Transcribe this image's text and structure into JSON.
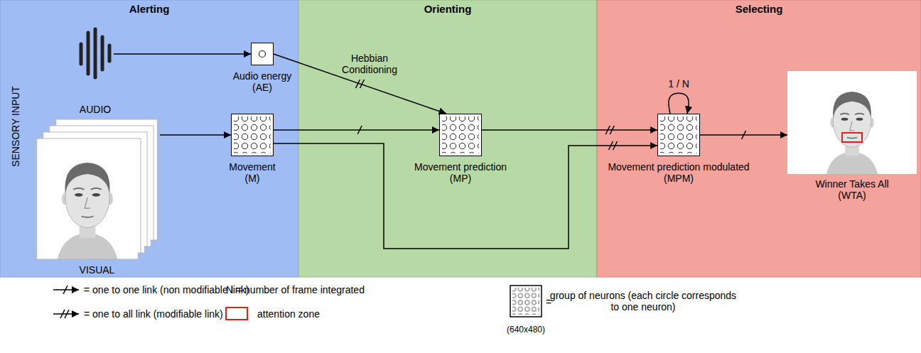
{
  "diagram": {
    "nodes": [
      {
        "text": [
          "Alerting"
        ]
      },
      {
        "text": [
          "Orienting"
        ]
      },
      {
        "text": [
          "Selecting"
        ]
      },
      {
        "text": [
          "AUDIO"
        ],
        "in": 0
      },
      {
        "text": [
          "Audio energy (AE)"
        ],
        "in": 0
      },
      {
        "text": [
          "VISUAL"
        ],
        "in": 0
      },
      {
        "text": [
          "Movement (M)"
        ],
        "in": 0
      },
      {
        "text": [
          "Movement prediction (MP)"
        ],
        "in": 1
      },
      {
        "text": [
          "Movement prediction modulated (MPM)"
        ],
        "in": 2
      },
      {
        "text": [
          "Winner Takes All (WTA)"
        ],
        "in": 2
      }
    ],
    "edges": [
      {
        "from": 3,
        "to": 4,
        "arrow": "to"
      },
      {
        "from": 4,
        "to": 7,
        "arrow": "to",
        "label": "Hebbian Conditioning"
      },
      {
        "from": 5,
        "to": 6,
        "arrow": "to"
      },
      {
        "from": 6,
        "to": 7,
        "arrow": "to"
      },
      {
        "from": 6,
        "to": 8,
        "arrow": "to"
      },
      {
        "from": 7,
        "to": 8,
        "arrow": "to"
      },
      {
        "from": 8,
        "to": 8,
        "arrow": "to",
        "label": "1 / N"
      },
      {
        "from": 8,
        "to": 9,
        "arrow": "to"
      }
    ],
    "labels": [
      "SENSORY INPUT",
      "N = number of frame integrated",
      "=",
      "(640x480)"
    ],
    "legend": [
      {
        "text": "= one to one link (non modifiable link)"
      },
      {
        "text": "= one to all link (modifiable link)"
      },
      {
        "text": "attention zone"
      },
      {
        "text": "group of neurons (each circle corresponds to one neuron)"
      }
    ]
  }
}
